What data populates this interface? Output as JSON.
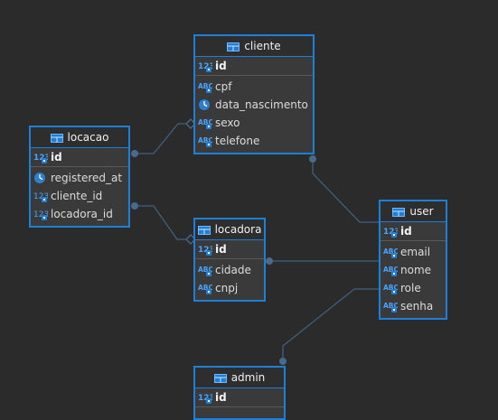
{
  "entities": {
    "cliente": {
      "name": "cliente",
      "pk": {
        "name": "id",
        "type": "num"
      },
      "columns": [
        {
          "name": "cpf",
          "type": "text"
        },
        {
          "name": "data_nascimento",
          "type": "date"
        },
        {
          "name": "sexo",
          "type": "text"
        },
        {
          "name": "telefone",
          "type": "text"
        }
      ]
    },
    "locacao": {
      "name": "locacao",
      "pk": {
        "name": "id",
        "type": "num"
      },
      "columns": [
        {
          "name": "registered_at",
          "type": "date"
        },
        {
          "name": "cliente_id",
          "type": "num"
        },
        {
          "name": "locadora_id",
          "type": "num"
        }
      ]
    },
    "locadora": {
      "name": "locadora",
      "pk": {
        "name": "id",
        "type": "num"
      },
      "columns": [
        {
          "name": "cidade",
          "type": "text"
        },
        {
          "name": "cnpj",
          "type": "text"
        }
      ]
    },
    "user": {
      "name": "user",
      "pk": {
        "name": "id",
        "type": "num"
      },
      "columns": [
        {
          "name": "email",
          "type": "text"
        },
        {
          "name": "nome",
          "type": "text"
        },
        {
          "name": "role",
          "type": "text"
        },
        {
          "name": "senha",
          "type": "text"
        }
      ]
    },
    "admin": {
      "name": "admin",
      "pk": {
        "name": "id",
        "type": "num"
      },
      "columns": []
    }
  },
  "colors": {
    "border": "#1e7fd6",
    "connector": "#3f5f7f",
    "background": "#2b2b2b",
    "text_icon": "#4aa3ff"
  }
}
